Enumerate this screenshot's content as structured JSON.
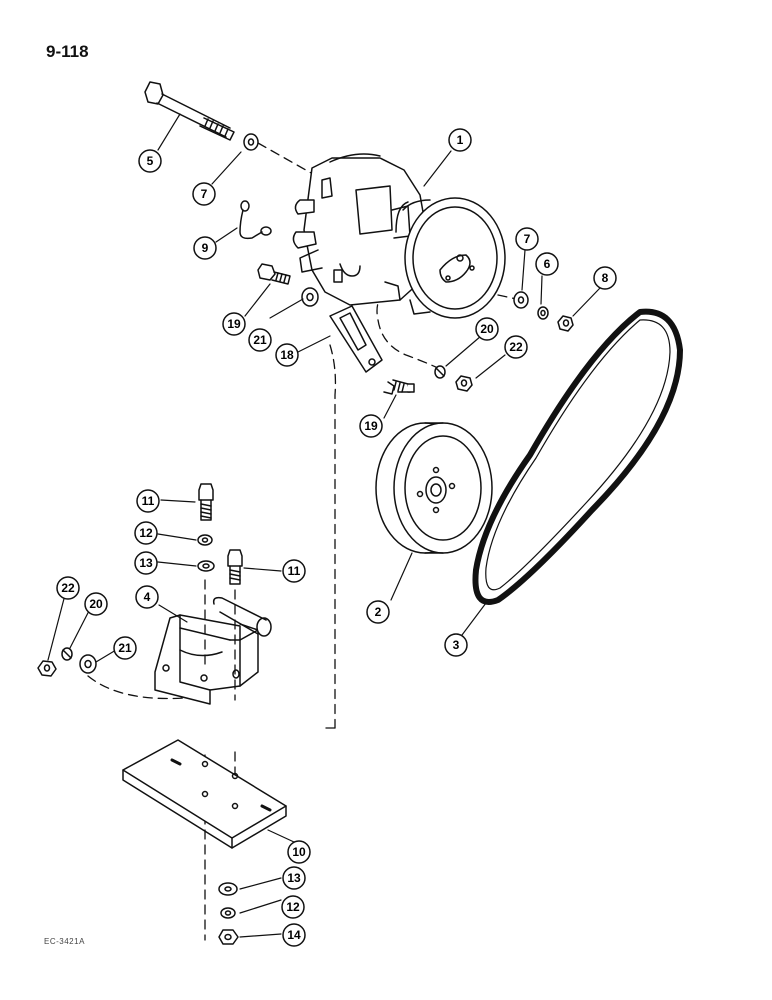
{
  "page": {
    "page_number": "9-118",
    "drawing_code": "EC-3421A"
  },
  "callouts": [
    "1",
    "2",
    "3",
    "4",
    "5",
    "6",
    "7",
    "7",
    "8",
    "9",
    "10",
    "11",
    "11",
    "12",
    "12",
    "13",
    "13",
    "14",
    "18",
    "19",
    "19",
    "20",
    "20",
    "21",
    "21",
    "22",
    "22"
  ],
  "colors": {
    "ink": "#111111",
    "paper": "#ffffff",
    "shade": "#d9d9d9"
  }
}
